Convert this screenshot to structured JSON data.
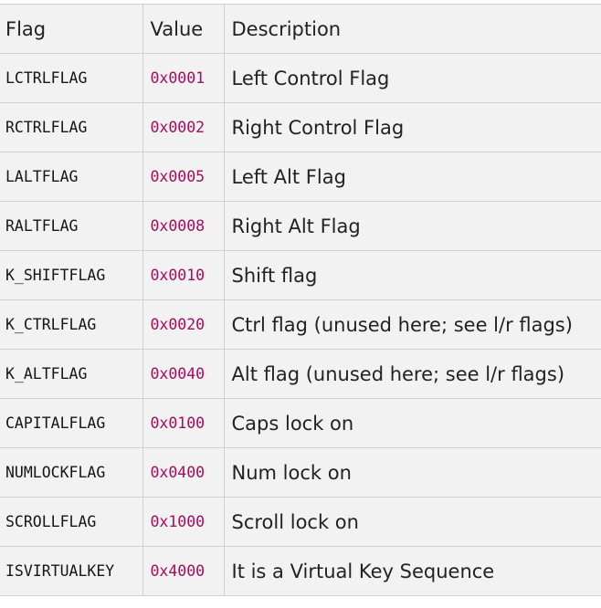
{
  "table": {
    "headers": {
      "flag": "Flag",
      "value": "Value",
      "description": "Description"
    },
    "rows": [
      {
        "flag": "LCTRLFLAG",
        "value": "0x0001",
        "description": "Left Control Flag"
      },
      {
        "flag": "RCTRLFLAG",
        "value": "0x0002",
        "description": "Right Control Flag"
      },
      {
        "flag": "LALTFLAG",
        "value": "0x0005",
        "description": "Left Alt Flag"
      },
      {
        "flag": "RALTFLAG",
        "value": "0x0008",
        "description": "Right Alt Flag"
      },
      {
        "flag": "K_SHIFTFLAG",
        "value": "0x0010",
        "description": "Shift flag"
      },
      {
        "flag": "K_CTRLFLAG",
        "value": "0x0020",
        "description": "Ctrl flag (unused here; see l/r flags)"
      },
      {
        "flag": "K_ALTFLAG",
        "value": "0x0040",
        "description": "Alt flag (unused here; see l/r flags)"
      },
      {
        "flag": "CAPITALFLAG",
        "value": "0x0100",
        "description": "Caps lock on"
      },
      {
        "flag": "NUMLOCKFLAG",
        "value": "0x0400",
        "description": "Num lock on"
      },
      {
        "flag": "SCROLLFLAG",
        "value": "0x1000",
        "description": "Scroll lock on"
      },
      {
        "flag": "ISVIRTUALKEY",
        "value": "0x4000",
        "description": "It is a Virtual Key Sequence"
      }
    ]
  },
  "colors": {
    "cell_background": "#f2f2f2",
    "border": "#d0d0d0",
    "text": "#222222",
    "code_value": "#a0105c"
  }
}
